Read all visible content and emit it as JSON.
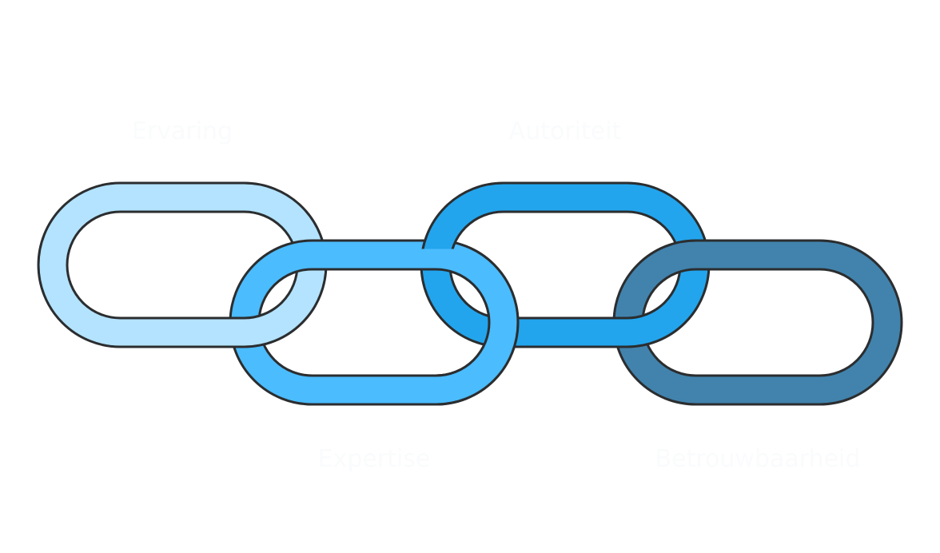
{
  "links": [
    {
      "label": "Ervaring",
      "color": "#b3e3fe"
    },
    {
      "label": "Expertise",
      "color": "#4bbcfe"
    },
    {
      "label": "Autoriteit",
      "color": "#22a5ed"
    },
    {
      "label": "Betrouwbaarheid",
      "color": "#4183ad"
    }
  ],
  "outline_color": "#2b2d2f"
}
